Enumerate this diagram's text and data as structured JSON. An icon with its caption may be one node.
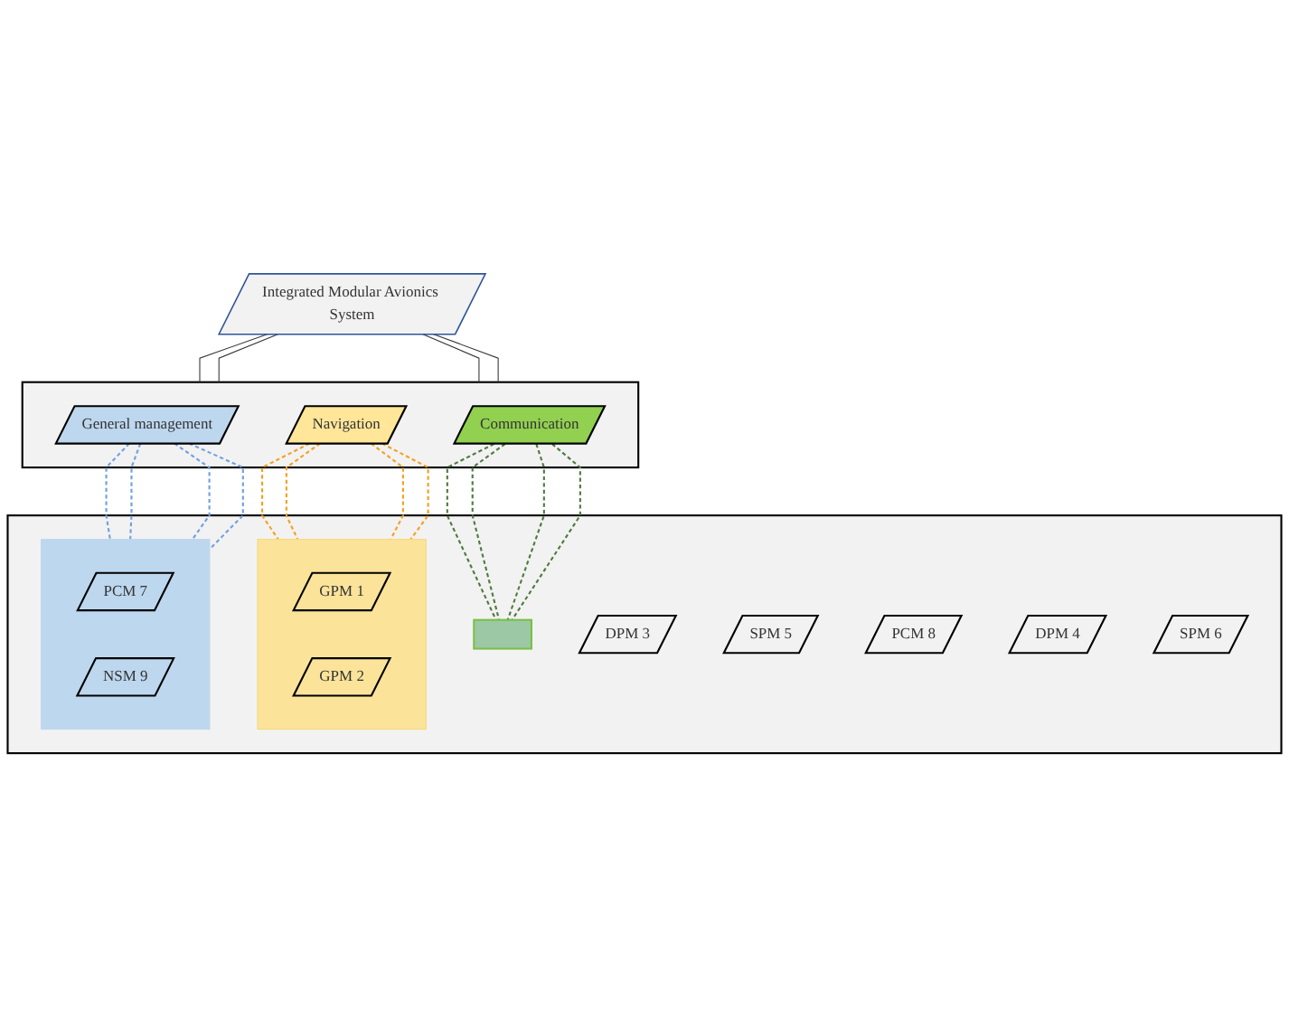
{
  "diagram": {
    "nodes": [
      {
        "text": [
          "Integrated Modular Avionics System"
        ]
      },
      {
        "text": [],
        "shape": "box"
      },
      {
        "text": [
          "Navigation"
        ],
        "in": 1
      },
      {
        "text": [
          "Communication"
        ],
        "in": 1
      },
      {
        "text": [
          "General management"
        ],
        "in": 1
      },
      {
        "text": [],
        "shape": "box"
      },
      {
        "text": [],
        "shape": "box",
        "in": 5
      },
      {
        "text": [],
        "shape": "box",
        "in": 5
      },
      {
        "text": [],
        "shape": "box",
        "in": 5
      },
      {
        "text": [
          "GPM 1"
        ],
        "in": 6
      },
      {
        "text": [
          "DPM 3"
        ],
        "in": 5
      },
      {
        "text": [
          "SPM 5"
        ],
        "in": 5
      },
      {
        "text": [
          "PCM 8"
        ],
        "in": 5
      },
      {
        "text": [
          "PCM 7"
        ],
        "in": 8
      },
      {
        "text": [
          "NSM 9"
        ],
        "in": 8
      },
      {
        "text": [
          "GPM 2"
        ],
        "in": 6
      },
      {
        "text": [
          "DPM 4"
        ],
        "in": 5
      },
      {
        "text": [
          "SPM 6"
        ],
        "in": 5
      }
    ],
    "edges": [
      {
        "from": 0,
        "to": 1,
        "arrow": "none"
      },
      {
        "from": 0,
        "to": 1,
        "arrow": "none"
      },
      {
        "from": 0,
        "to": 1,
        "arrow": "none"
      },
      {
        "from": 0,
        "to": 1,
        "arrow": "none"
      },
      {
        "from": 2,
        "to": 6,
        "arrow": "none",
        "style": "dashed",
        "color": "#f4a020"
      },
      {
        "from": 2,
        "to": 6,
        "arrow": "none",
        "style": "dashed",
        "color": "#f4a020"
      },
      {
        "from": 2,
        "to": 6,
        "arrow": "none",
        "style": "dashed",
        "color": "#f4a020"
      },
      {
        "from": 2,
        "to": 6,
        "arrow": "none",
        "style": "dashed",
        "color": "#f4a020"
      },
      {
        "from": 3,
        "to": 7,
        "arrow": "none",
        "style": "dashed",
        "color": "#4f7a3f"
      },
      {
        "from": 3,
        "to": 7,
        "arrow": "none",
        "style": "dashed",
        "color": "#4f7a3f"
      },
      {
        "from": 3,
        "to": 7,
        "arrow": "none",
        "style": "dashed",
        "color": "#4f7a3f"
      },
      {
        "from": 3,
        "to": 7,
        "arrow": "none",
        "style": "dashed",
        "color": "#4f7a3f"
      },
      {
        "from": 4,
        "to": 8,
        "arrow": "none",
        "style": "dashed",
        "color": "#6fa0e0"
      },
      {
        "from": 4,
        "to": 8,
        "arrow": "none",
        "style": "dashed",
        "color": "#6fa0e0"
      },
      {
        "from": 4,
        "to": 8,
        "arrow": "none",
        "style": "dashed",
        "color": "#6fa0e0"
      },
      {
        "from": 4,
        "to": 8,
        "arrow": "none",
        "style": "dashed",
        "color": "#6fa0e0"
      }
    ]
  }
}
